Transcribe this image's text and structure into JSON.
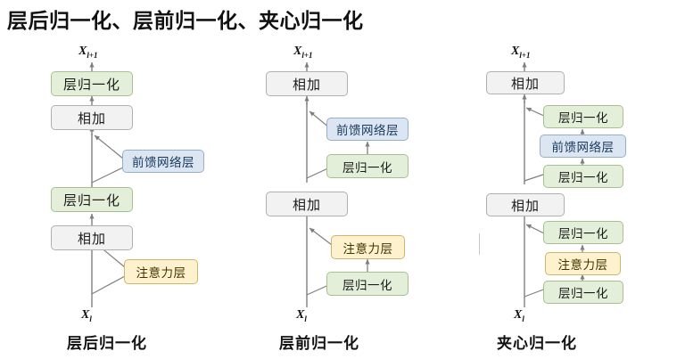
{
  "title": "层后归一化、层前归一化、夹心归一化",
  "labels": {
    "layer_norm": "层归一化",
    "add": "相加",
    "ffn": "前馈网络层",
    "attention": "注意力层",
    "x_in_base": "X",
    "x_in_sub": "l",
    "x_out_base": "X",
    "x_out_sub": "l+1"
  },
  "colors": {
    "layer_norm_fill": "#e3efd9",
    "layer_norm_stroke": "#a9bf93",
    "add_fill": "#f2f2f2",
    "add_stroke": "#b0b0b0",
    "ffn_fill": "#dce6f2",
    "ffn_stroke": "#95afcb",
    "attention_fill": "#fdf2cd",
    "attention_stroke": "#cfb56a",
    "arrow": "#7f7f7f",
    "text": "#111111",
    "background": "#ffffff"
  },
  "columns": [
    {
      "id": "post-ln",
      "caption": "层后归一化",
      "input": "X_l",
      "output": "X_l+1",
      "nodes": [
        {
          "name": "attention",
          "label": "注意力层",
          "kind": "attn",
          "branch": "right"
        },
        {
          "name": "add-1",
          "label": "相加",
          "kind": "add",
          "branch": "trunk"
        },
        {
          "name": "layer-norm-1",
          "label": "层归一化",
          "kind": "ln",
          "branch": "trunk"
        },
        {
          "name": "ffn",
          "label": "前馈网络层",
          "kind": "ffn",
          "branch": "right"
        },
        {
          "name": "add-2",
          "label": "相加",
          "kind": "add",
          "branch": "trunk"
        },
        {
          "name": "layer-norm-2",
          "label": "层归一化",
          "kind": "ln",
          "branch": "trunk"
        }
      ]
    },
    {
      "id": "pre-ln",
      "caption": "层前归一化",
      "input": "X_l",
      "output": "X_l+1",
      "nodes": [
        {
          "name": "layer-norm-1",
          "label": "层归一化",
          "kind": "ln",
          "branch": "right"
        },
        {
          "name": "attention",
          "label": "注意力层",
          "kind": "attn",
          "branch": "right"
        },
        {
          "name": "add-1",
          "label": "相加",
          "kind": "add",
          "branch": "trunk"
        },
        {
          "name": "layer-norm-2",
          "label": "层归一化",
          "kind": "ln",
          "branch": "right"
        },
        {
          "name": "ffn",
          "label": "前馈网络层",
          "kind": "ffn",
          "branch": "right"
        },
        {
          "name": "add-2",
          "label": "相加",
          "kind": "add",
          "branch": "trunk"
        }
      ]
    },
    {
      "id": "sandwich-ln",
      "caption": "夹心归一化",
      "input": "X_l",
      "output": "X_l+1",
      "nodes": [
        {
          "name": "layer-norm-1",
          "label": "层归一化",
          "kind": "ln",
          "branch": "right"
        },
        {
          "name": "attention",
          "label": "注意力层",
          "kind": "attn",
          "branch": "right"
        },
        {
          "name": "layer-norm-2",
          "label": "层归一化",
          "kind": "ln",
          "branch": "right"
        },
        {
          "name": "add-1",
          "label": "相加",
          "kind": "add",
          "branch": "trunk"
        },
        {
          "name": "layer-norm-3",
          "label": "层归一化",
          "kind": "ln",
          "branch": "right"
        },
        {
          "name": "ffn",
          "label": "前馈网络层",
          "kind": "ffn",
          "branch": "right"
        },
        {
          "name": "layer-norm-4",
          "label": "层归一化",
          "kind": "ln",
          "branch": "right"
        },
        {
          "name": "add-2",
          "label": "相加",
          "kind": "add",
          "branch": "trunk"
        }
      ]
    }
  ]
}
